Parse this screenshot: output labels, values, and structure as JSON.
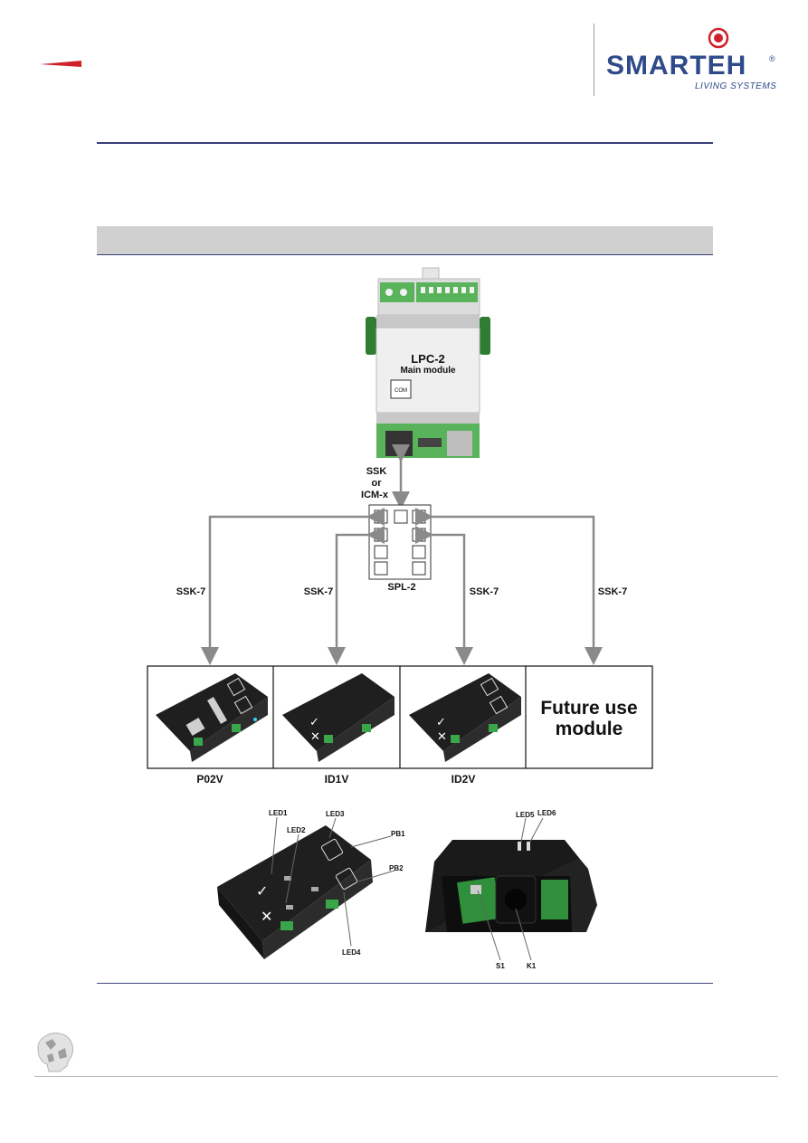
{
  "header": {
    "logo_text": "SMARTEH",
    "logo_registered": "®",
    "logo_tagline": "LIVING SYSTEMS"
  },
  "diagram": {
    "main_module_name": "LPC-2",
    "main_module_subtitle": "Main module",
    "com_label": "COM",
    "link_top": [
      "SSK",
      "or",
      "ICM-x"
    ],
    "splitter_label": "SPL-2",
    "cable_labels": [
      "SSK-7",
      "SSK-7",
      "SSK-7",
      "SSK-7"
    ],
    "modules": [
      {
        "label": "P02V"
      },
      {
        "label": "ID1V"
      },
      {
        "label": "ID2V"
      },
      {
        "label": "",
        "text": [
          "Future use",
          "module"
        ]
      }
    ]
  },
  "details": {
    "front_labels": [
      "LED1",
      "LED2",
      "LED3",
      "PB1",
      "PB2",
      "LED4"
    ],
    "back_labels": [
      "LED5",
      "LED6",
      "S1",
      "K1"
    ]
  },
  "colors": {
    "accent": "#2e4a8a",
    "red": "#d0202a",
    "arrow": "#8a8a8a",
    "band": "#d0d0d0"
  }
}
